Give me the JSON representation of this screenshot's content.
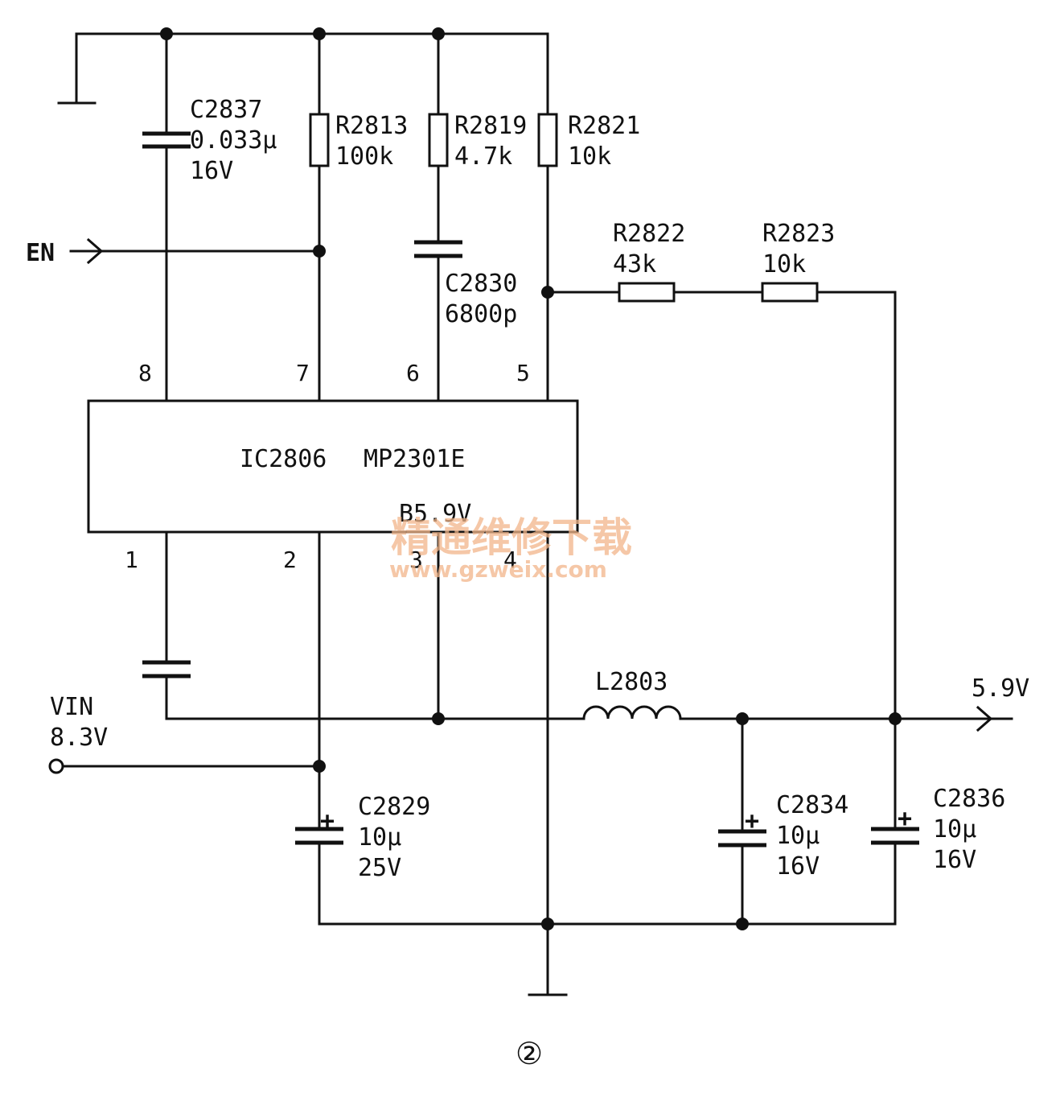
{
  "ic": {
    "ref": "IC2806",
    "part": "MP2301E",
    "pin3_voltage": "B5.9V",
    "pins": {
      "p1": "1",
      "p2": "2",
      "p3": "3",
      "p4": "4",
      "p5": "5",
      "p6": "6",
      "p7": "7",
      "p8": "8"
    }
  },
  "components": {
    "c2837": {
      "ref": "C2837",
      "value": "0.033μ",
      "voltage": "16V"
    },
    "r2813": {
      "ref": "R2813",
      "value": "100k"
    },
    "r2819": {
      "ref": "R2819",
      "value": "4.7k"
    },
    "r2821": {
      "ref": "R2821",
      "value": "10k"
    },
    "c2830": {
      "ref": "C2830",
      "value": "6800p"
    },
    "r2822": {
      "ref": "R2822",
      "value": "43k"
    },
    "r2823": {
      "ref": "R2823",
      "value": "10k"
    },
    "l2803": {
      "ref": "L2803"
    },
    "c2829": {
      "ref": "C2829",
      "value": "10μ",
      "voltage": "25V"
    },
    "c2834": {
      "ref": "C2834",
      "value": "10μ",
      "voltage": "16V"
    },
    "c2836": {
      "ref": "C2836",
      "value": "10μ",
      "voltage": "16V"
    }
  },
  "signals": {
    "en": "EN",
    "vin_label": "VIN",
    "vin_value": "8.3V",
    "vout": "5.9V",
    "plus": "+"
  },
  "watermark": {
    "line1": "精通维修下载",
    "line2": "www.gzweix.com"
  },
  "figure_label": "②"
}
